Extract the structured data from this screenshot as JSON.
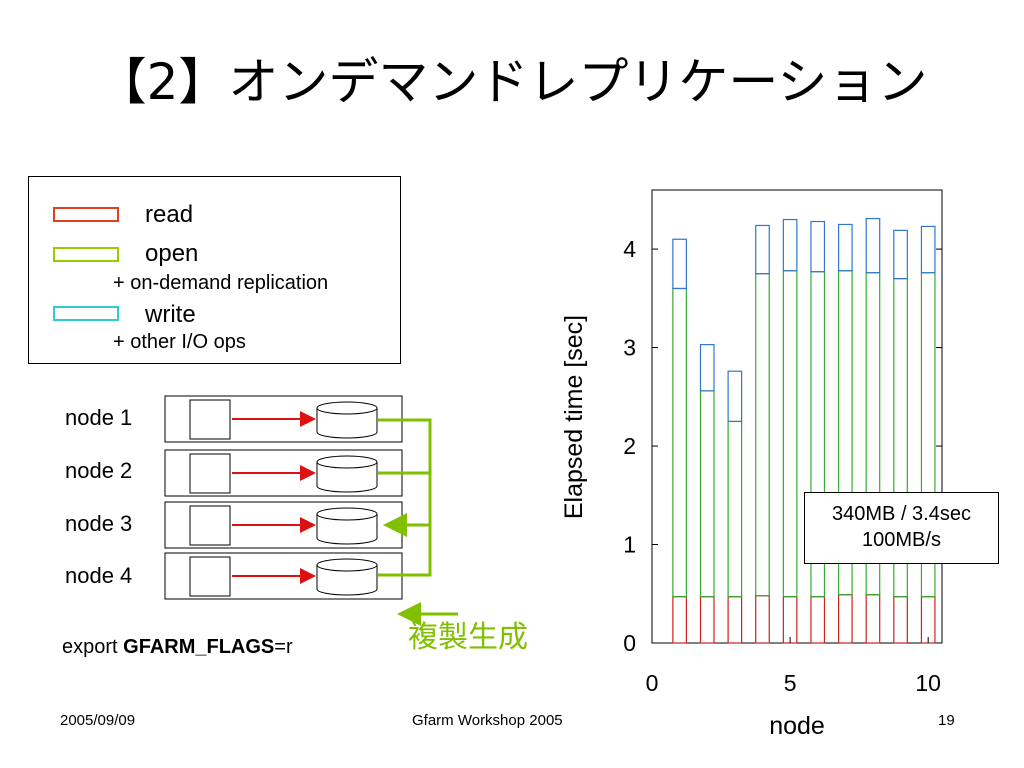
{
  "slide": {
    "title": "【2】オンデマンドレプリケーション",
    "footer_date": "2005/09/09",
    "footer_event": "Gfarm Workshop 2005",
    "footer_page": "19"
  },
  "legend": {
    "items": [
      {
        "label": "read",
        "color": "#e04020",
        "sub": ""
      },
      {
        "label": "open",
        "color": "#99cc00",
        "sub": "+ on-demand replication"
      },
      {
        "label": "write",
        "color": "#33cccc",
        "sub": "+ other I/O ops"
      }
    ]
  },
  "diagram": {
    "nodes": [
      "node 1",
      "node 2",
      "node 3",
      "node 4"
    ],
    "export_prefix": "export ",
    "export_var": "GFARM_FLAGS",
    "export_suffix": "=r",
    "replication_label": "複製生成"
  },
  "annotation": {
    "line1": "340MB / 3.4sec",
    "line2": "100MB/s"
  },
  "chart_data": {
    "type": "bar",
    "stacked": true,
    "xlabel": "node",
    "ylabel": "Elapsed time [sec]",
    "xlim": [
      0,
      10.5
    ],
    "ylim": [
      0,
      4.6
    ],
    "xticks": [
      0,
      5,
      10
    ],
    "yticks": [
      0,
      1,
      2,
      3,
      4
    ],
    "categories": [
      1,
      2,
      3,
      4,
      5,
      6,
      7,
      8,
      9,
      10
    ],
    "series": [
      {
        "name": "read",
        "color": "#cc2222",
        "values": [
          0.47,
          0.47,
          0.47,
          0.48,
          0.47,
          0.47,
          0.49,
          0.49,
          0.47,
          0.47
        ]
      },
      {
        "name": "open",
        "color": "#33aa33",
        "values": [
          3.13,
          2.09,
          1.78,
          3.27,
          3.31,
          3.3,
          3.29,
          3.27,
          3.23,
          3.29
        ]
      },
      {
        "name": "write",
        "color": "#3377cc",
        "values": [
          0.5,
          0.47,
          0.51,
          0.49,
          0.52,
          0.51,
          0.47,
          0.55,
          0.49,
          0.47
        ]
      }
    ],
    "grid": false,
    "legend": "none"
  }
}
